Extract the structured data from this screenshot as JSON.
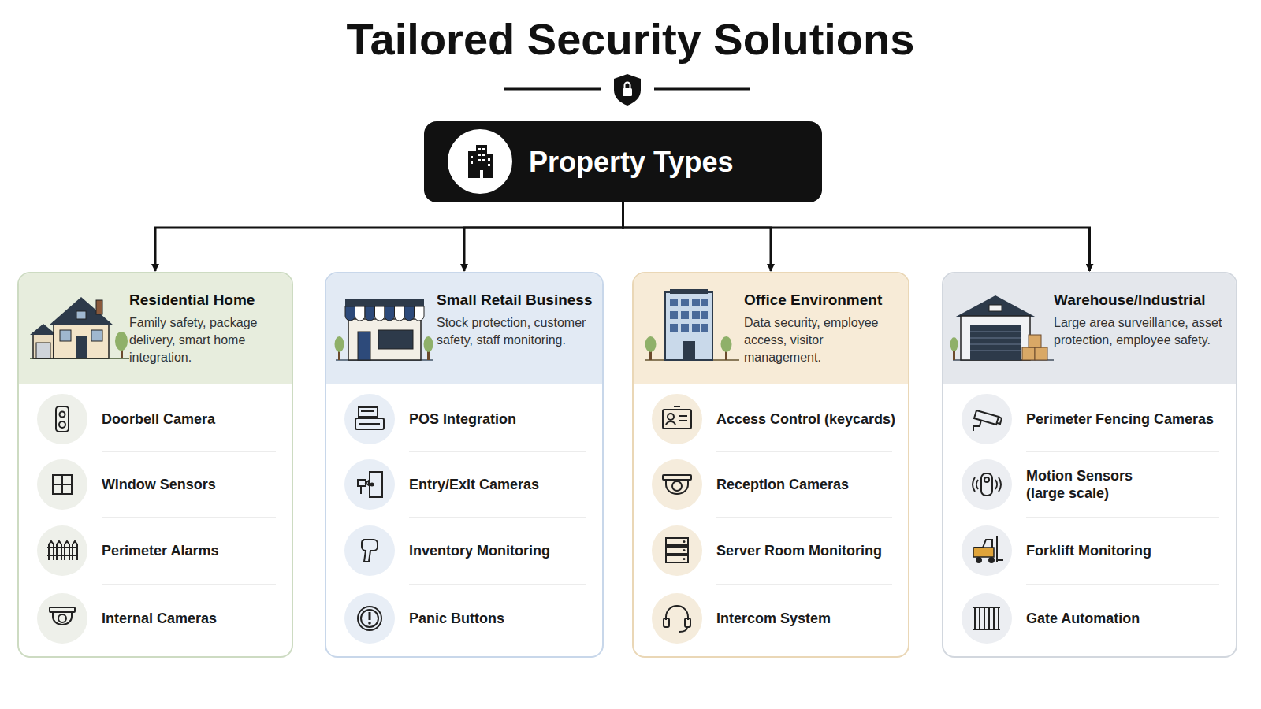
{
  "diagram": {
    "title": "Tailored Security Solutions",
    "nodes": [
      {
        "text": [
          "Property Types"
        ]
      },
      {
        "text": [
          "Residential Home",
          "Family safety, package delivery, smart home integration.",
          "Doorbell Camera",
          "Window Sensors",
          "Perimeter Alarms",
          "Internal Cameras"
        ]
      },
      {
        "text": [
          "Small Retail Business",
          "Stock protection, customer safety, staff monitoring.",
          "POS Integration",
          "Entry/Exit Cameras",
          "Inventory Monitoring",
          "Panic Buttons"
        ]
      },
      {
        "text": [
          "Office Environment",
          "Data security, employee access, visitor management.",
          "Access Control (keycards)",
          "Reception Cameras",
          "Server Room Monitoring",
          "Intercom System"
        ]
      },
      {
        "text": [
          "Warehouse/Industrial",
          "Large area surveillance, asset protection, employee safety.",
          "Perimeter Fencing Cameras",
          "Motion Sensors (large scale)",
          "Forklift Monitoring",
          "Gate Automation"
        ]
      }
    ],
    "edges": [
      {
        "from": 0,
        "to": 1,
        "arrow": "to"
      },
      {
        "from": 0,
        "to": 2,
        "arrow": "to"
      },
      {
        "from": 0,
        "to": 3,
        "arrow": "to"
      },
      {
        "from": 0,
        "to": 4,
        "arrow": "to"
      }
    ]
  }
}
